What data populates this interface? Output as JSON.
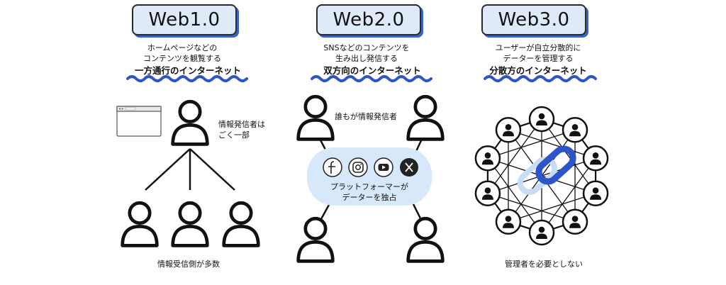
{
  "columns": [
    {
      "title": "Web1.0",
      "description": "ホームページなどの\nコンテンツを観覧する",
      "tagline": "一方通行のインターネット",
      "side_note": "情報発信者は\nごく一部",
      "bottom_note": "情報受信側が多数"
    },
    {
      "title": "Web2.0",
      "description": "SNSなどのコンテンツを\n生み出し発信する",
      "tagline": "双方向のインターネット",
      "side_note": "誰もが情報発信者",
      "platform_note": "プラットフォーマーが\nデーターを独占",
      "platform_icons": [
        "facebook-icon",
        "instagram-icon",
        "youtube-icon",
        "x-icon"
      ]
    },
    {
      "title": "Web3.0",
      "description": "ユーザーが自立分散的に\nデーターを管理する",
      "tagline": "分散方のインターネット",
      "bottom_note": "管理者を必要としない"
    }
  ],
  "colors": {
    "accent_blue": "#2d55c9",
    "title_fill": "#dfeaf8",
    "platform_fill": "#d7e8fb",
    "ink": "#111111"
  }
}
